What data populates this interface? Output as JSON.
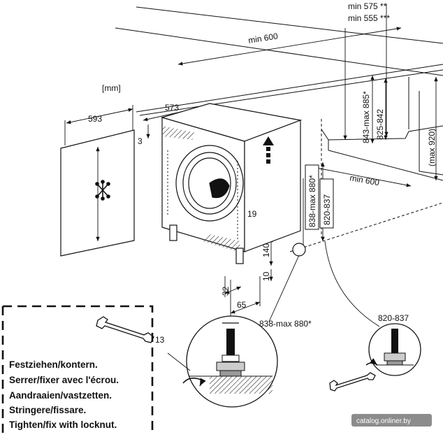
{
  "units": "[mm]",
  "dims": {
    "min575": "min 575 **",
    "min555": "min 555 ***",
    "min600_top": "min 600",
    "min600_right": "min 600",
    "v843": "843-max 885*",
    "v825": "825-842",
    "max920": "(max 920)",
    "w593": "593",
    "w573": "573",
    "d3": "3",
    "d19": "19",
    "d140": "140",
    "d10": "10",
    "d32": "32",
    "d65": "65",
    "v838": "838-max 880*",
    "v820": "820-837",
    "wrench_size": "13",
    "detail_left": "838-max 880*",
    "detail_right": "820-837"
  },
  "instructions": [
    "Festziehen/kontern.",
    "Serrer/fixer avec l'écrou.",
    "Aandraaien/vastzetten.",
    "Stringere/fissare.",
    "Tighten/fix with locknut."
  ],
  "watermark": "catalog.onliner.by",
  "colors": {
    "line": "#111111",
    "hatch": "#444444",
    "watermark_bg": "#8c8c8c"
  }
}
